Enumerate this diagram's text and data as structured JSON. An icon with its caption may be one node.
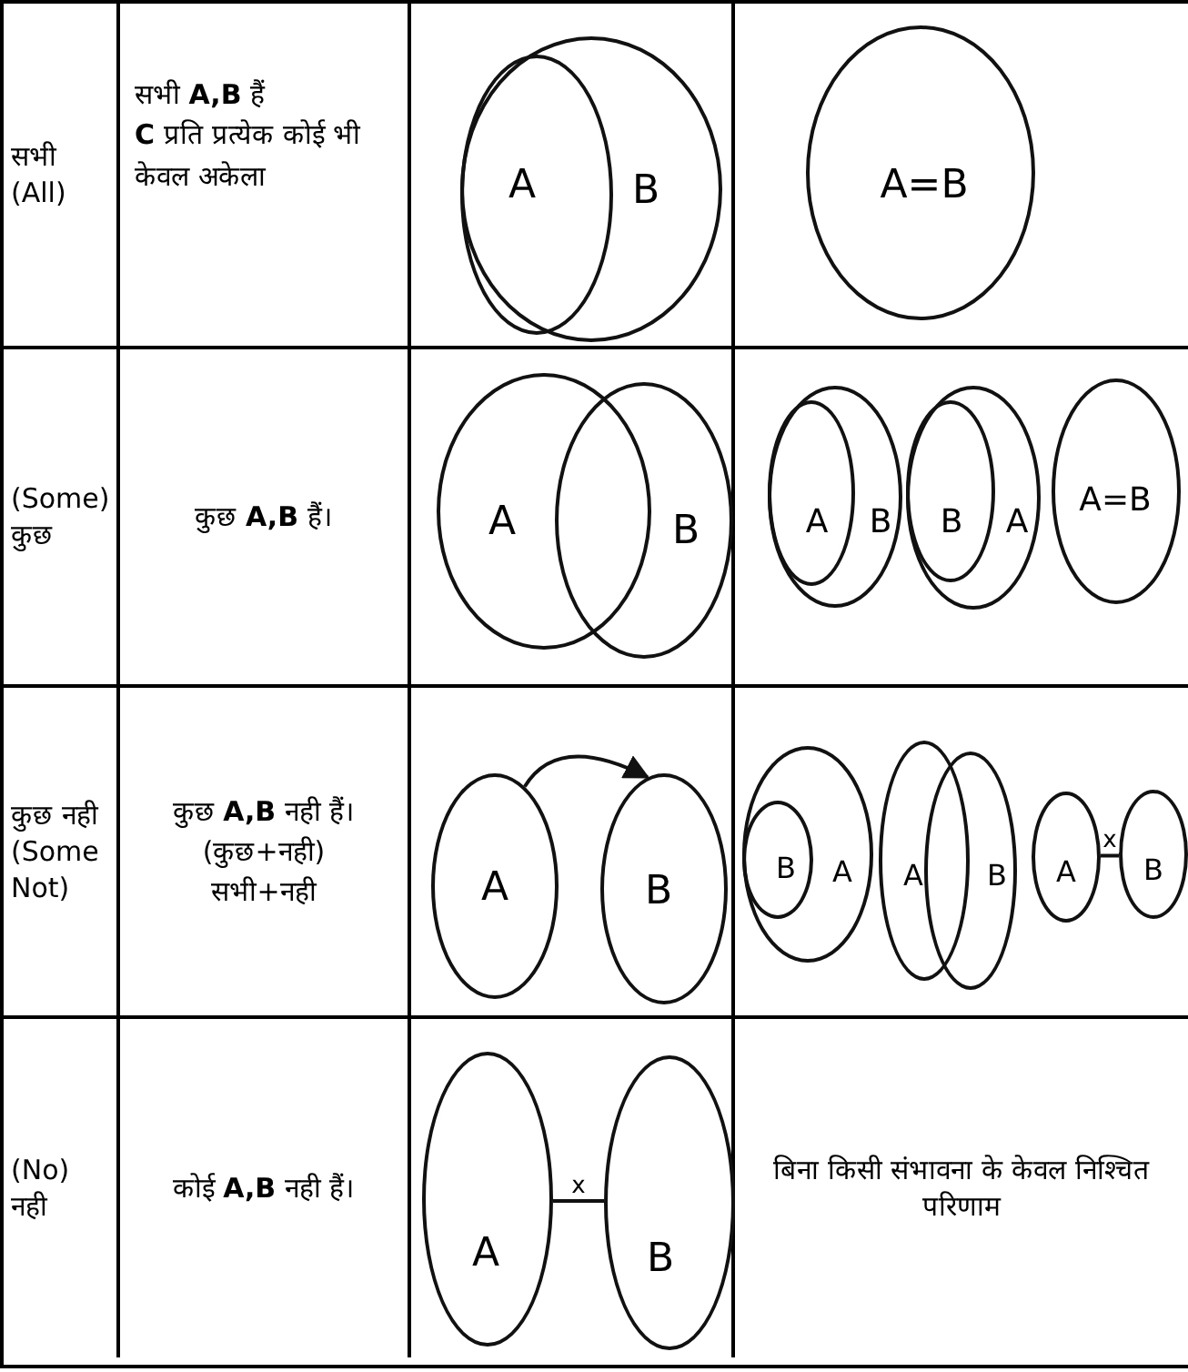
{
  "diagram": {
    "nodes": [
      {
        "text": [
          "B"
        ]
      },
      {
        "text": [
          "A"
        ],
        "in": 0
      },
      {
        "text": [
          "A=B"
        ]
      },
      {
        "text": [
          "A"
        ]
      },
      {
        "text": [
          "B"
        ]
      },
      {
        "text": [
          "B"
        ]
      },
      {
        "text": [
          "A"
        ],
        "in": 5
      },
      {
        "text": [
          "A"
        ]
      },
      {
        "text": [
          "B"
        ],
        "in": 7
      },
      {
        "text": [
          "A=B"
        ]
      },
      {
        "text": [
          "A"
        ]
      },
      {
        "text": [
          "B"
        ]
      },
      {
        "text": [
          "A"
        ]
      },
      {
        "text": [
          "B"
        ],
        "in": 12
      },
      {
        "text": [
          "A"
        ]
      },
      {
        "text": [
          "B"
        ]
      },
      {
        "text": [
          "A"
        ]
      },
      {
        "text": [
          "B"
        ]
      },
      {
        "text": [
          "A"
        ]
      },
      {
        "text": [
          "B"
        ]
      }
    ],
    "edges": [
      {
        "from": 10,
        "to": 11,
        "arrow": "to"
      },
      {
        "from": 16,
        "to": 17,
        "arrow": "none",
        "label": "x"
      },
      {
        "from": 18,
        "to": 19,
        "arrow": "none",
        "label": "x"
      }
    ],
    "labels": [
      "सभी (All)",
      "सभी **A,B** हैं",
      "**C** प्रति प्रत्येक कोई भी",
      "केवल अकेला",
      "(Some) कुछ",
      "कुछ **A,B** हैं।",
      "कुछ नही (Some Not)",
      "कुछ **A,B** नही हैं।",
      "(कुछ+नही)",
      "सभी+नही",
      "(No) नही",
      "कोई **A,B** नही हैं।",
      "बिना किसी संभावना के केवल निश्चित परिणाम"
    ]
  }
}
